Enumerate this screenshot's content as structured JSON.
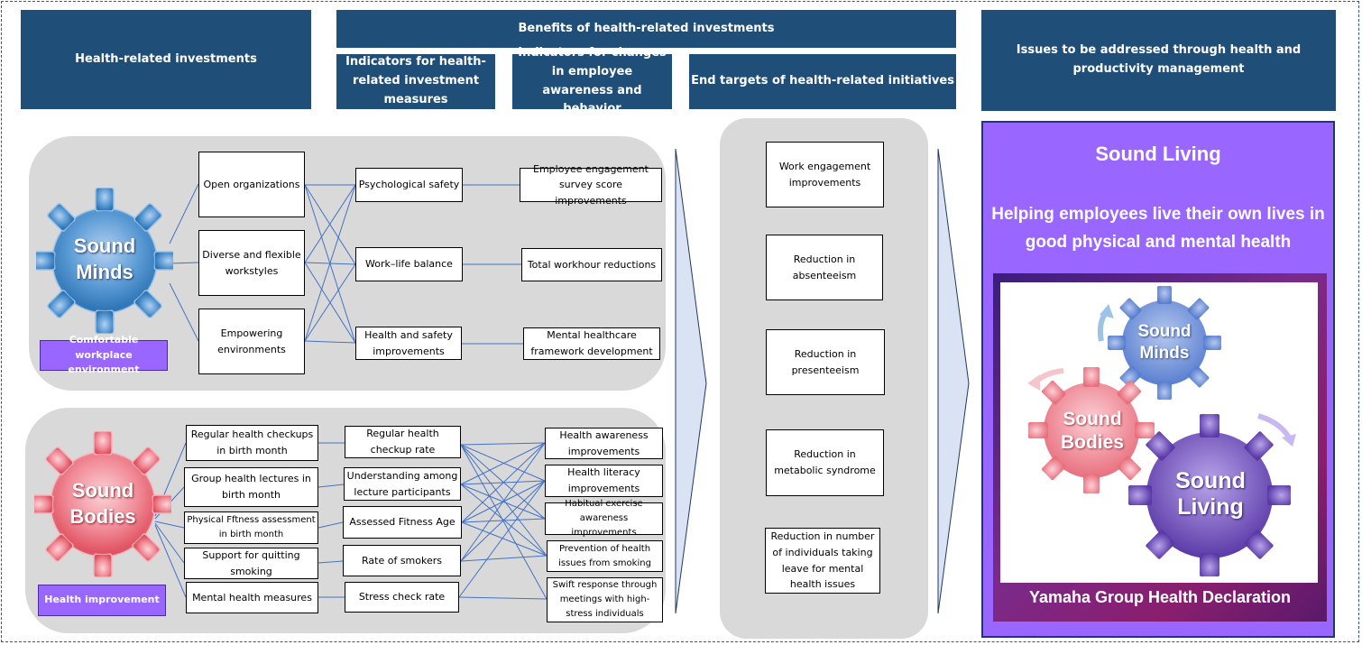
{
  "headers": {
    "investments": "Health-related investments",
    "benefits": "Benefits of health-related investments",
    "indicators_measures": "Indicators for health-related investment measures",
    "indicators_awareness": "Indicators for changes in employee awareness and behavior",
    "end_targets": "End targets of health-related initiatives",
    "issues": "Issues to be addressed through health and productivity management"
  },
  "minds": {
    "gear_label": "Sound Minds",
    "tag": "Comfortable workplace environment",
    "investments": [
      "Open organizations",
      "Diverse and flexible workstyles",
      "Empowering environments"
    ],
    "indicators": [
      "Psychological safety",
      "Work–life balance",
      "Health and safety improvements"
    ],
    "outcomes": [
      "Employee engagement survey score improvements",
      "Total workhour reductions",
      "Mental healthcare framework development"
    ]
  },
  "bodies": {
    "gear_label": "Sound Bodies",
    "tag": "Health improvement",
    "investments": [
      "Regular health checkups in birth month",
      "Group health lectures in birth month",
      "Physical Fftness assessment in birth month",
      "Support for quitting smoking",
      "Mental health measures"
    ],
    "indicators": [
      "Regular health checkup rate",
      "Understanding among lecture participants",
      "Assessed Fitness Age",
      "Rate of smokers",
      "Stress check rate"
    ],
    "outcomes": [
      "Health awareness improvements",
      "Health literacy improvements",
      "Habitual exercise awareness improvements",
      "Prevention of health issues from smoking",
      "Swift response through meetings with high-stress individuals"
    ]
  },
  "end_targets": [
    "Work engagement improvements",
    "Reduction in absenteeism",
    "Reduction in presenteeism",
    "Reduction in metabolic syndrome",
    "Reduction in number of individuals taking leave for mental health issues"
  ],
  "issues": {
    "title": "Sound Living",
    "subtitle": "Helping employees live their own lives in good physical and mental health",
    "declaration": "Yamaha Group Health Declaration",
    "gears": [
      "Sound Minds",
      "Sound Bodies",
      "Sound Living"
    ]
  },
  "colors": {
    "header": "#1f4e79",
    "accent_purple": "#9966ff",
    "panel_gray": "#d9d9d9",
    "line_blue": "#4472c4"
  }
}
